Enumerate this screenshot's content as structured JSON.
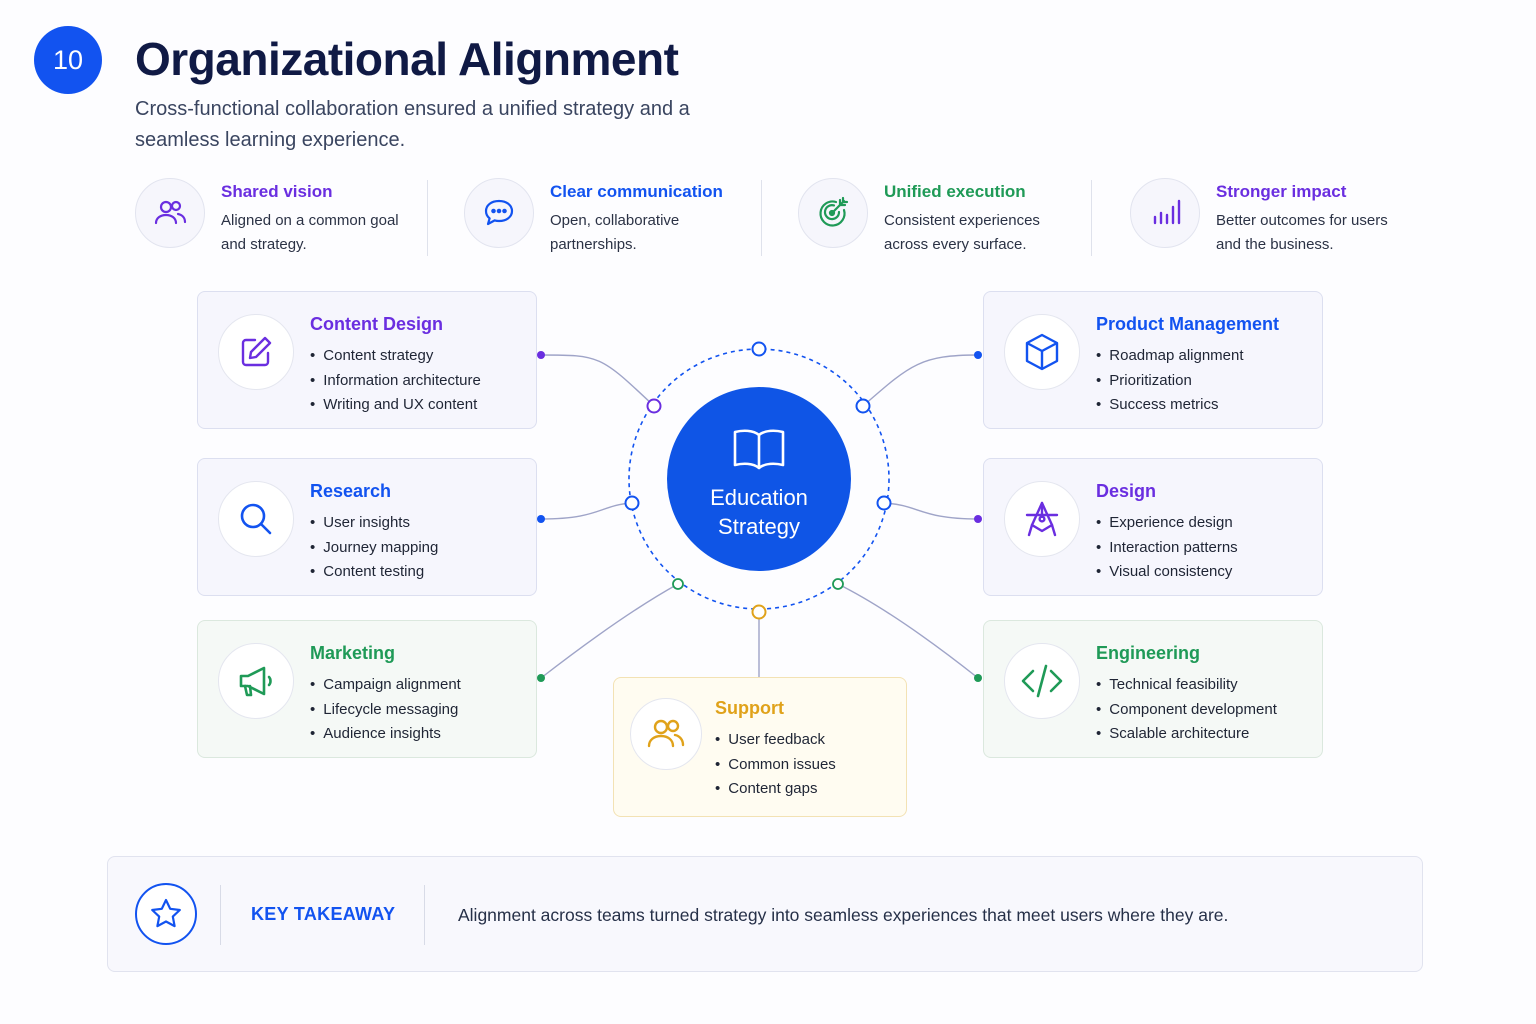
{
  "header": {
    "page_number": "10",
    "title": "Organizational Alignment",
    "subtitle": "Cross-functional collaboration ensured a unified strategy and a seamless learning experience."
  },
  "principles": [
    {
      "title": "Shared vision",
      "description": "Aligned on a common goal and strategy.",
      "icon": "people-icon",
      "color": "#6a2ee0"
    },
    {
      "title": "Clear communication",
      "description": "Open, collaborative partnerships.",
      "icon": "chat-icon",
      "color": "#1253f0"
    },
    {
      "title": "Unified execution",
      "description": "Consistent experiences across every surface.",
      "icon": "target-icon",
      "color": "#1f9a57"
    },
    {
      "title": "Stronger impact",
      "description": "Better outcomes for users and the business.",
      "icon": "bar-chart-icon",
      "color": "#6a2ee0"
    }
  ],
  "hub": {
    "label_line1": "Education",
    "label_line2": "Strategy",
    "icon": "book-icon",
    "color": "#0f55e6"
  },
  "teams": {
    "content_design": {
      "title": "Content Design",
      "icon": "edit-icon",
      "color": "#6a2ee0",
      "items": [
        "Content strategy",
        "Information architecture",
        "Writing and UX content"
      ]
    },
    "research": {
      "title": "Research",
      "icon": "search-icon",
      "color": "#1253f0",
      "items": [
        "User insights",
        "Journey mapping",
        "Content testing"
      ]
    },
    "marketing": {
      "title": "Marketing",
      "icon": "megaphone-icon",
      "color": "#1f9a57",
      "items": [
        "Campaign alignment",
        "Lifecycle messaging",
        "Audience insights"
      ]
    },
    "support": {
      "title": "Support",
      "icon": "people-icon",
      "color": "#e0a21a",
      "items": [
        "User feedback",
        "Common issues",
        "Content gaps"
      ]
    },
    "product_management": {
      "title": "Product Management",
      "icon": "cube-icon",
      "color": "#1253f0",
      "items": [
        "Roadmap alignment",
        "Prioritization",
        "Success metrics"
      ]
    },
    "design": {
      "title": "Design",
      "icon": "pen-tool-icon",
      "color": "#6a2ee0",
      "items": [
        "Experience design",
        "Interaction patterns",
        "Visual consistency"
      ]
    },
    "engineering": {
      "title": "Engineering",
      "icon": "code-icon",
      "color": "#1f9a57",
      "items": [
        "Technical feasibility",
        "Component development",
        "Scalable architecture"
      ]
    }
  },
  "takeaway": {
    "label": "KEY TAKEAWAY",
    "text": "Alignment across teams turned strategy into seamless experiences that meet users where they are.",
    "icon": "star-icon"
  }
}
